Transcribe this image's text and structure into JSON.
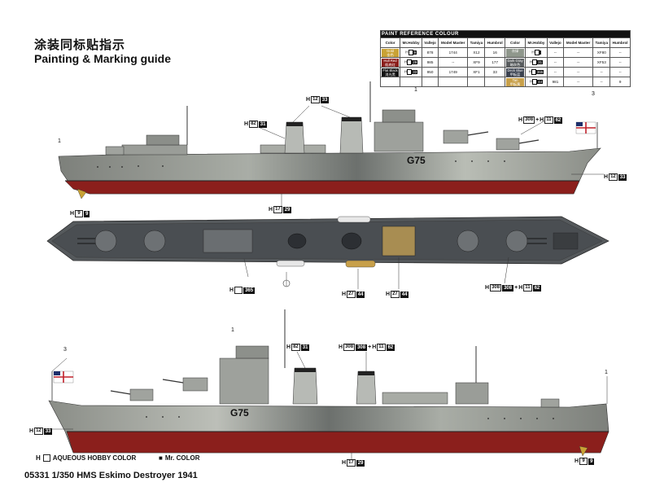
{
  "header": {
    "title_cn": "涂装同标贴指示",
    "title_en": "Painting & Marking guide"
  },
  "paint_table": {
    "caption": "PAINT REFERENCE COLOUR",
    "columns": [
      "Color",
      "Mr.Hobby",
      "Vallejo",
      "Model Master",
      "Tamiya",
      "Humbrol",
      "Color",
      "Mr.Hobby",
      "Vallejo",
      "Model Master",
      "Tamiya",
      "Humbrol"
    ],
    "rows": [
      {
        "color": "Gold",
        "color_cn": "金色",
        "swatch": "#c9a235",
        "h_code": "9",
        "vallejo": "878",
        "model_master": "1744",
        "tamiya": "X12",
        "humbrol": "16",
        "color2": "灰绿",
        "swatch2": "#8f978c",
        "h_code2": "",
        "vallejo2": "--",
        "model_master2": "--",
        "tamiya2": "XF80",
        "humbrol2": "--"
      },
      {
        "color": "Hull Red",
        "color_cn": "船底红",
        "swatch": "#8b1f1c",
        "h_code": "29",
        "vallejo": "985",
        "model_master": "--",
        "tamiya": "XF9",
        "humbrol": "177",
        "color2": "Dark Gray",
        "color2_cn": "暗灰色",
        "swatch2": "#585c5e",
        "h_code2": "31",
        "vallejo2": "--",
        "model_master2": "--",
        "tamiya2": "XF53",
        "humbrol2": "--"
      },
      {
        "color": "Flat Black",
        "color_cn": "消光黑",
        "swatch": "#111111",
        "h_code": "33",
        "vallejo": "950",
        "model_master": "1749",
        "tamiya": "XF1",
        "humbrol": "33",
        "color2": "Deck Blue",
        "color2_cn": "甲板蓝",
        "swatch2": "#3b4250",
        "h_code2": "365",
        "vallejo2": "--",
        "model_master2": "--",
        "tamiya2": "--",
        "humbrol2": "--"
      },
      {
        "color": "",
        "color_cn": "",
        "swatch": "#ffffff",
        "h_code": "",
        "vallejo": "",
        "model_master": "",
        "tamiya": "",
        "humbrol": "",
        "color2": "Tan",
        "color2_cn": "甲板黄",
        "swatch2": "#c8a04a",
        "h_code2": "44",
        "vallejo2": "981",
        "model_master2": "--",
        "tamiya2": "--",
        "humbrol2": "9"
      }
    ]
  },
  "callouts": {
    "top_h12": "12",
    "top_h12_n": "33",
    "top_h82": "82",
    "top_h82_n": "31",
    "top_h308": "308",
    "top_h11": "11",
    "top_h11_n": "62",
    "top_h12_right": "12",
    "top_h12_right_n": "33",
    "top_h17": "17",
    "top_h17_n": "29",
    "top_h9": "9",
    "top_h9_n": "9",
    "plan_h365": "365",
    "plan_h27a": "27",
    "plan_h27a_n": "44",
    "plan_h27b": "27",
    "plan_h27b_n": "44",
    "plan_h308": "308",
    "plan_h308b": "308",
    "plan_h11": "11",
    "plan_h11_n": "62",
    "bot_h82": "82",
    "bot_h82_n": "31",
    "bot_h308": "308",
    "bot_h308b": "308",
    "bot_h11": "11",
    "bot_h11_n": "62",
    "bot_h12": "12",
    "bot_h12_n": "33",
    "bot_h17": "17",
    "bot_h17_n": "29",
    "bot_h9": "9",
    "bot_h9_n": "9",
    "plus": "+"
  },
  "ship": {
    "hull_number": "G75",
    "top_marks": {
      "one_a": "1",
      "three": "3",
      "one_b": "1"
    },
    "bot_marks": {
      "three": "3",
      "one_a": "1",
      "one_b": "1"
    }
  },
  "legend": {
    "aqueous": "AQUEOUS HOBBY COLOR",
    "mr_color": "Mr. COLOR",
    "aqueous_prefix": "H",
    "mr_bullet": "■"
  },
  "footer": {
    "text": "05331 1/350  HMS Eskimo Destroyer 1941"
  },
  "colors": {
    "hull_red": "#8b1f1c",
    "hull_gray": "#7b7e79",
    "deck": "#55595c",
    "dark": "#2c2f33",
    "camo_light": "#b4b8b1"
  }
}
